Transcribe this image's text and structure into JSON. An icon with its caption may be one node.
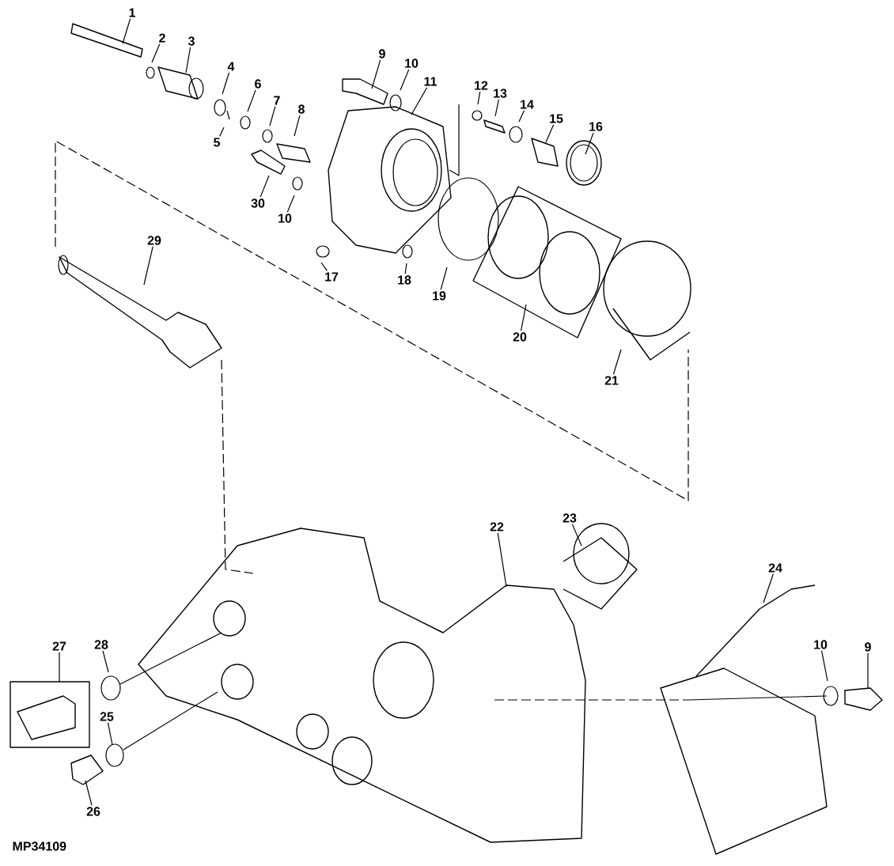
{
  "diagram": {
    "nodes": [
      {
        "text": [
          "1"
        ]
      },
      {
        "text": [
          "2"
        ]
      },
      {
        "text": [
          "3"
        ]
      },
      {
        "text": [
          "4"
        ]
      },
      {
        "text": [
          "5"
        ]
      },
      {
        "text": [
          "6"
        ]
      },
      {
        "text": [
          "7"
        ]
      },
      {
        "text": [
          "8"
        ]
      },
      {
        "text": [
          "9"
        ]
      },
      {
        "text": [
          "10"
        ]
      },
      {
        "text": [
          "11"
        ]
      },
      {
        "text": [
          "12"
        ]
      },
      {
        "text": [
          "13"
        ]
      },
      {
        "text": [
          "14"
        ]
      },
      {
        "text": [
          "15"
        ]
      },
      {
        "text": [
          "16"
        ]
      },
      {
        "text": [
          "30"
        ]
      },
      {
        "text": [
          "10"
        ]
      },
      {
        "text": [
          "17"
        ]
      },
      {
        "text": [
          "18"
        ]
      },
      {
        "text": [
          "19"
        ]
      },
      {
        "text": [
          "20"
        ]
      },
      {
        "text": [
          "21"
        ]
      },
      {
        "text": [
          "29"
        ]
      },
      {
        "text": [
          "22"
        ]
      },
      {
        "text": [
          "23"
        ]
      },
      {
        "text": [
          "24"
        ]
      },
      {
        "text": [
          "10"
        ]
      },
      {
        "text": [
          "9"
        ]
      },
      {
        "text": [
          "27"
        ]
      },
      {
        "text": [
          "28"
        ]
      },
      {
        "text": [
          "25"
        ]
      },
      {
        "text": [
          "26"
        ]
      }
    ],
    "edges": [
      {
        "from": 0,
        "to": null,
        "arrow": "none"
      },
      {
        "from": 1,
        "to": null,
        "arrow": "none"
      },
      {
        "from": 2,
        "to": null,
        "arrow": "none"
      },
      {
        "from": 3,
        "to": null,
        "arrow": "none"
      },
      {
        "from": 4,
        "to": null,
        "arrow": "none"
      },
      {
        "from": 5,
        "to": null,
        "arrow": "none"
      },
      {
        "from": 6,
        "to": null,
        "arrow": "none"
      },
      {
        "from": 7,
        "to": null,
        "arrow": "none"
      },
      {
        "from": 8,
        "to": null,
        "arrow": "none"
      },
      {
        "from": 9,
        "to": null,
        "arrow": "none"
      },
      {
        "from": 10,
        "to": null,
        "arrow": "none"
      },
      {
        "from": 11,
        "to": null,
        "arrow": "none"
      },
      {
        "from": 12,
        "to": null,
        "arrow": "none"
      },
      {
        "from": 13,
        "to": null,
        "arrow": "none"
      },
      {
        "from": 14,
        "to": null,
        "arrow": "none"
      },
      {
        "from": 15,
        "to": null,
        "arrow": "none"
      },
      {
        "from": 16,
        "to": null,
        "arrow": "none"
      },
      {
        "from": 17,
        "to": null,
        "arrow": "none"
      },
      {
        "from": 18,
        "to": null,
        "arrow": "none"
      },
      {
        "from": 19,
        "to": null,
        "arrow": "none"
      },
      {
        "from": 20,
        "to": null,
        "arrow": "none"
      },
      {
        "from": 21,
        "to": null,
        "arrow": "none"
      },
      {
        "from": 22,
        "to": null,
        "arrow": "none"
      },
      {
        "from": 23,
        "to": null,
        "arrow": "none"
      },
      {
        "from": 24,
        "to": null,
        "arrow": "none"
      },
      {
        "from": 25,
        "to": null,
        "arrow": "none"
      },
      {
        "from": 26,
        "to": null,
        "arrow": "none"
      },
      {
        "from": 27,
        "to": null,
        "arrow": "none"
      },
      {
        "from": 28,
        "to": null,
        "arrow": "none"
      },
      {
        "from": 29,
        "to": null,
        "arrow": "none"
      },
      {
        "from": 30,
        "to": null,
        "arrow": "none"
      },
      {
        "from": 31,
        "to": null,
        "arrow": "none"
      },
      {
        "from": 32,
        "to": null,
        "arrow": "none"
      }
    ],
    "labels": [
      "MP34109"
    ]
  }
}
